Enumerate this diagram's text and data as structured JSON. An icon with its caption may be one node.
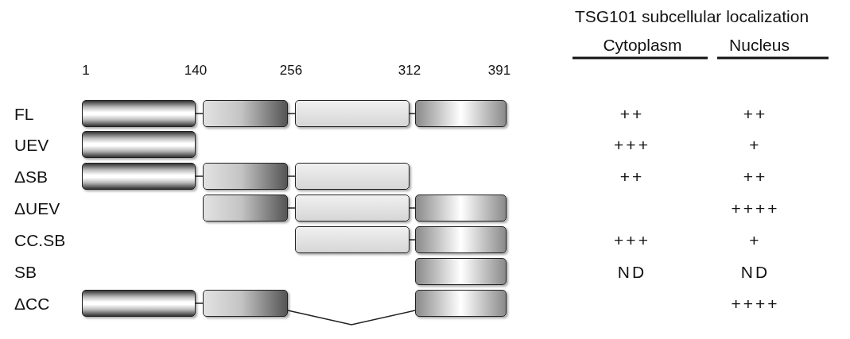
{
  "diagram": {
    "nodes": [
      {
        "text": [],
        "shape": "box"
      },
      {
        "text": [],
        "shape": "box"
      },
      {
        "text": [],
        "shape": "box"
      },
      {
        "text": [],
        "shape": "box"
      },
      {
        "text": [],
        "shape": "box"
      },
      {
        "text": [],
        "shape": "box"
      },
      {
        "text": [],
        "shape": "box"
      },
      {
        "text": [],
        "shape": "box"
      },
      {
        "text": [],
        "shape": "box"
      },
      {
        "text": [],
        "shape": "box"
      },
      {
        "text": [],
        "shape": "box"
      },
      {
        "text": [],
        "shape": "box"
      },
      {
        "text": [],
        "shape": "box"
      },
      {
        "text": [],
        "shape": "box"
      },
      {
        "text": [],
        "shape": "box"
      },
      {
        "text": [],
        "shape": "box"
      },
      {
        "text": [],
        "shape": "box"
      }
    ],
    "edges": [
      {
        "from": 0,
        "to": 1,
        "arrow": "none"
      },
      {
        "from": 1,
        "to": 2,
        "arrow": "none"
      },
      {
        "from": 2,
        "to": 3,
        "arrow": "none"
      },
      {
        "from": 5,
        "to": 6,
        "arrow": "none"
      },
      {
        "from": 6,
        "to": 7,
        "arrow": "none"
      },
      {
        "from": 8,
        "to": 9,
        "arrow": "none"
      },
      {
        "from": 9,
        "to": 10,
        "arrow": "none"
      },
      {
        "from": 11,
        "to": 12,
        "arrow": "none"
      },
      {
        "from": 14,
        "to": 15,
        "arrow": "none"
      },
      {
        "from": 15,
        "to": 16,
        "arrow": "none"
      }
    ],
    "labels": [
      "TSG101 subcellular localization",
      "Cytoplasm",
      "Nucleus",
      "1",
      "140",
      "256",
      "312",
      "391",
      "FL",
      "++",
      "++",
      "UEV",
      "+++",
      "+",
      "ΔSB",
      "++",
      "++",
      "ΔUEV",
      "++++",
      "CC.SB",
      "+++",
      "+",
      "SB",
      "ND",
      "ND",
      "ΔCC",
      "++++"
    ]
  }
}
